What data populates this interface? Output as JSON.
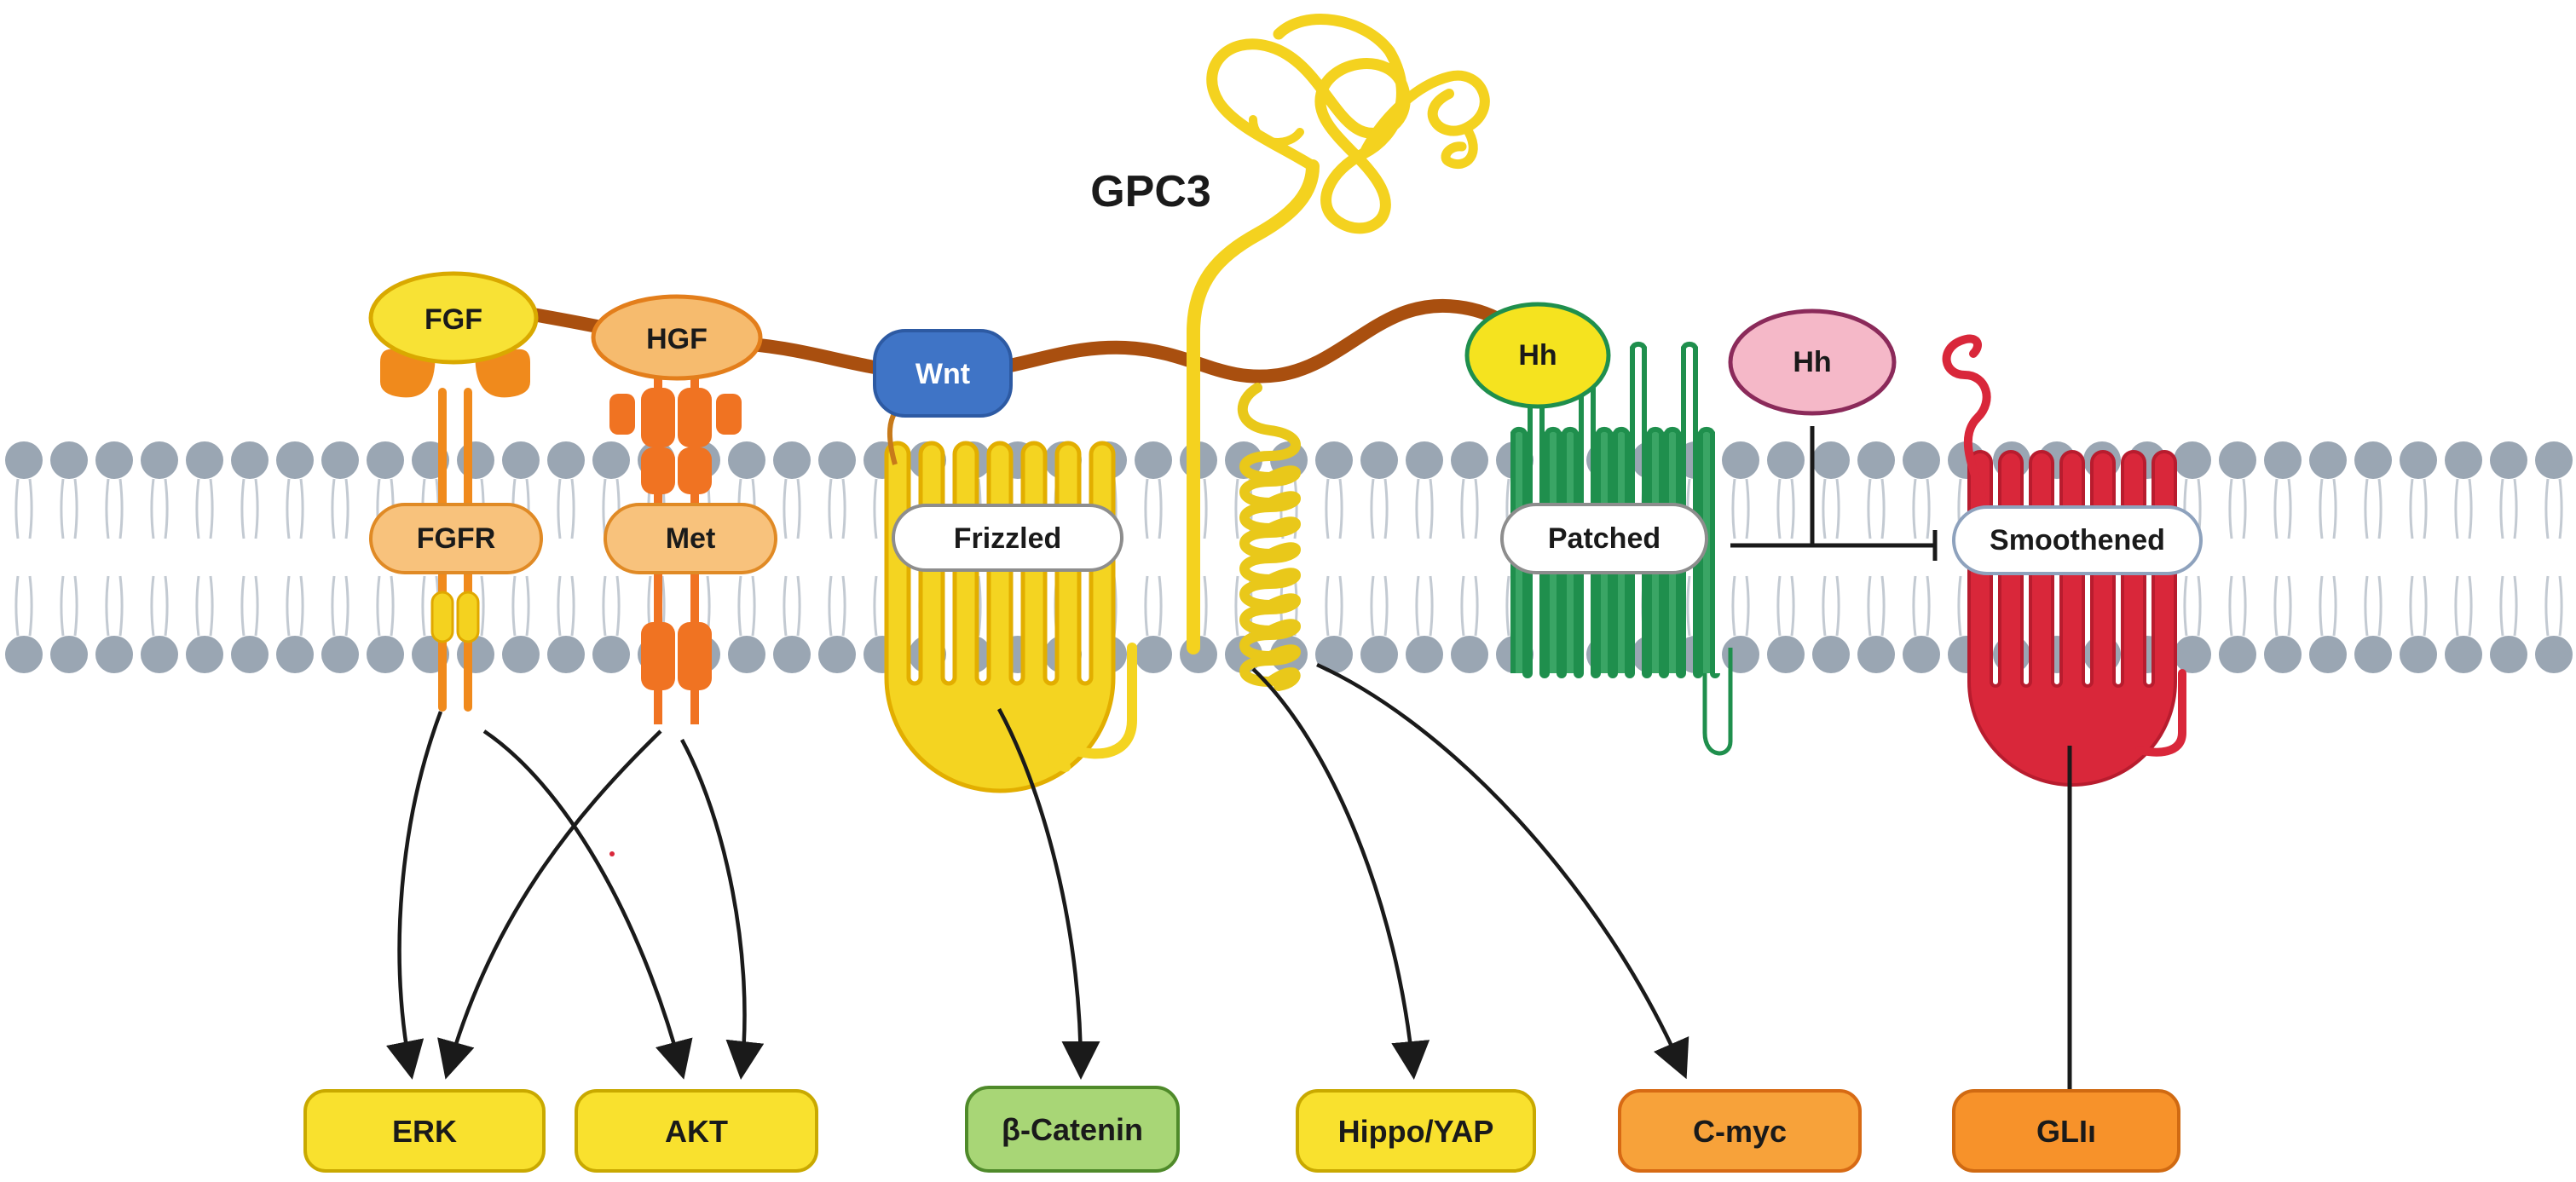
{
  "title": "GPC3",
  "colors": {
    "membrane_head": "#9aa6b3",
    "membrane_tail": "#c3cad2",
    "gpc3_yellow": "#f4d21f",
    "gpc3_stroke": "#e0b800",
    "heparan_chain": "#a94f0f",
    "fgfr_orange": "#f08a1c",
    "met_orange": "#f07322",
    "wnt_blue": "#3f74c6",
    "frizzled_yellow": "#f4d421",
    "patched_green": "#1f8f4d",
    "smoothened_red": "#d9273a",
    "hh_pink": "#f5b8c8",
    "arrow": "#1a1a1a"
  },
  "ligands": {
    "fgf": "FGF",
    "hgf": "HGF",
    "wnt": "Wnt",
    "hh_bound": "Hh",
    "hh_free": "Hh"
  },
  "receptors": {
    "fgfr": "FGFR",
    "met": "Met",
    "frizzled": "Frizzled",
    "patched": "Patched",
    "smoothened": "Smoothened"
  },
  "outputs": {
    "erk": "ERK",
    "akt": "AKT",
    "beta_catenin": "β-Catenin",
    "hippo_yap": "Hippo/YAP",
    "cmyc": "C-myc",
    "gli": "GLIı"
  }
}
